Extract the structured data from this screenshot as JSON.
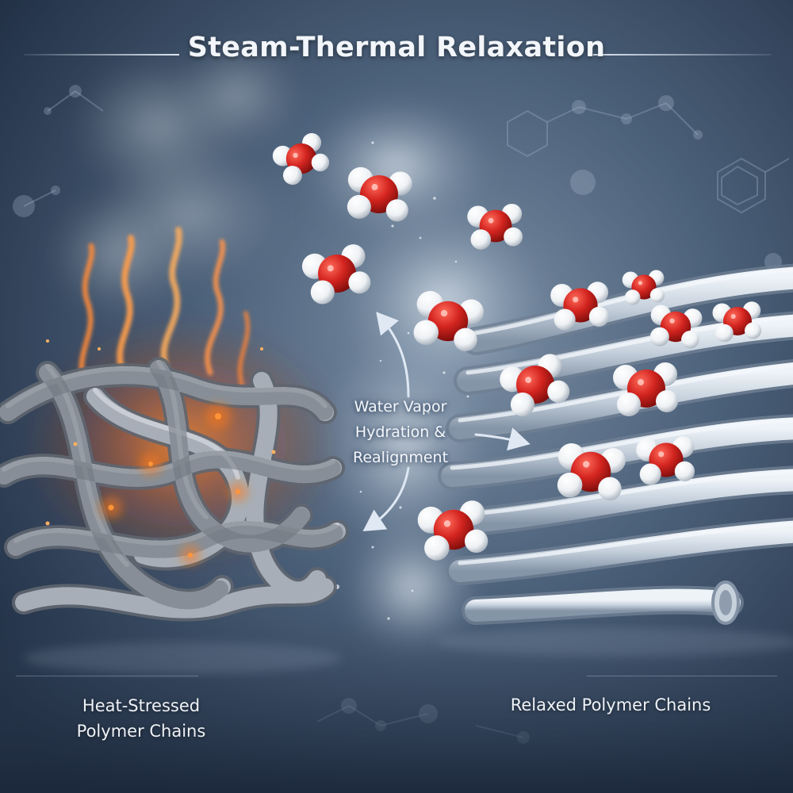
{
  "title": "Steam-Thermal Relaxation",
  "center_label": {
    "line1": "Water Vapor",
    "line2": "Hydration &",
    "line3": "Realignment"
  },
  "labels": {
    "left_line1": "Heat-Stressed",
    "left_line2": "Polymer Chains",
    "right": "Relaxed Polymer Chains"
  },
  "colors": {
    "background_dark": "#22324a",
    "background_light": "#6d8299",
    "oxygen": "#d3241f",
    "hydrogen": "#f4f6f8",
    "tangled_fiber": "#9aa1aa",
    "heat_glow": "#ff7a1a",
    "relaxed_fiber": "#c9d3de",
    "arrow": "#dfe8f3"
  },
  "icons": [
    "flame-icon",
    "water-molecule-icon",
    "arrow-icon",
    "molecular-structure-icon"
  ]
}
